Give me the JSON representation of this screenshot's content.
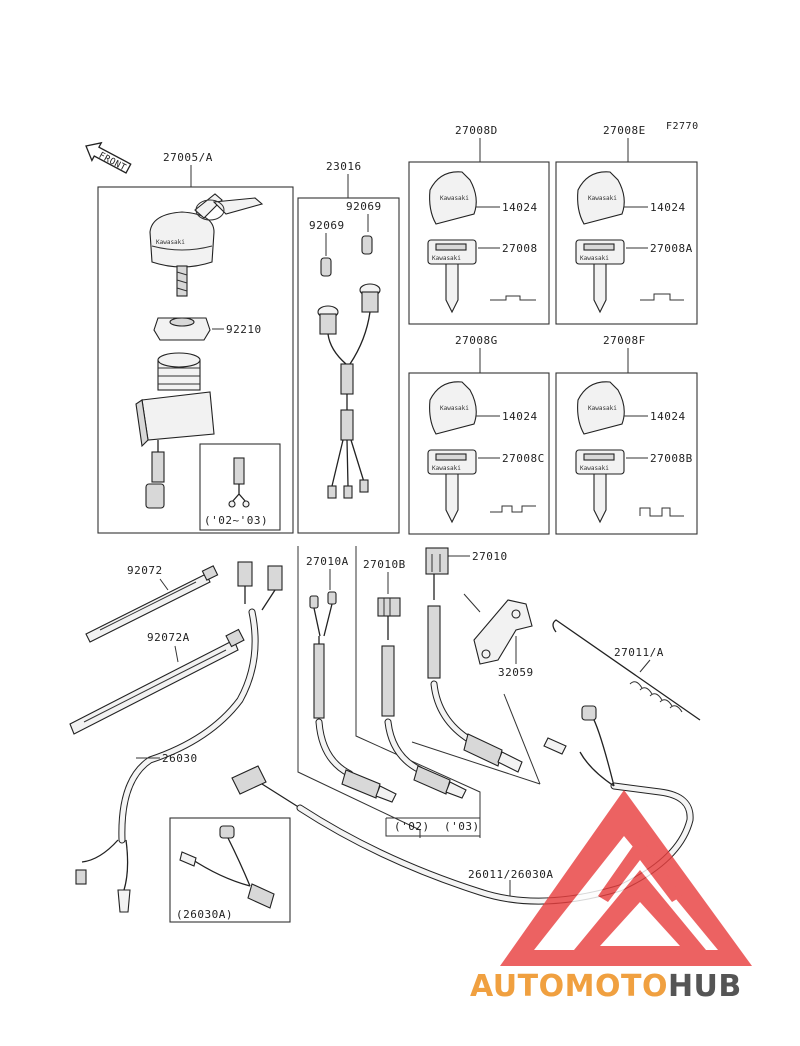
{
  "figure_code": "F2770",
  "front_badge": "FRONT",
  "parts": {
    "p27005A": "27005/A",
    "p92210": "92210",
    "p_0203": "('02~'03)",
    "p23016": "23016",
    "p92069a": "92069",
    "p92069b": "92069",
    "p27008D": "27008D",
    "p27008E": "27008E",
    "p27008G": "27008G",
    "p27008F": "27008F",
    "p14024_1": "14024",
    "p14024_2": "14024",
    "p14024_3": "14024",
    "p14024_4": "14024",
    "p27008": "27008",
    "p27008A": "27008A",
    "p27008C": "27008C",
    "p27008B": "27008B",
    "p92072": "92072",
    "p92072A": "92072A",
    "p27010A": "27010A",
    "p27010B": "27010B",
    "p27010": "27010",
    "p32059": "32059",
    "p27011A": "27011/A",
    "p26030": "26030",
    "p_02": "('02)",
    "p_03": "('03)",
    "p26011": "26011/26030A",
    "p26030A": "(26030A)"
  },
  "watermark": {
    "part1": "AUTOMOTO",
    "part2": "HUB",
    "color1": "#f0a040",
    "color2": "#555555",
    "logo_color": "#e84040"
  }
}
